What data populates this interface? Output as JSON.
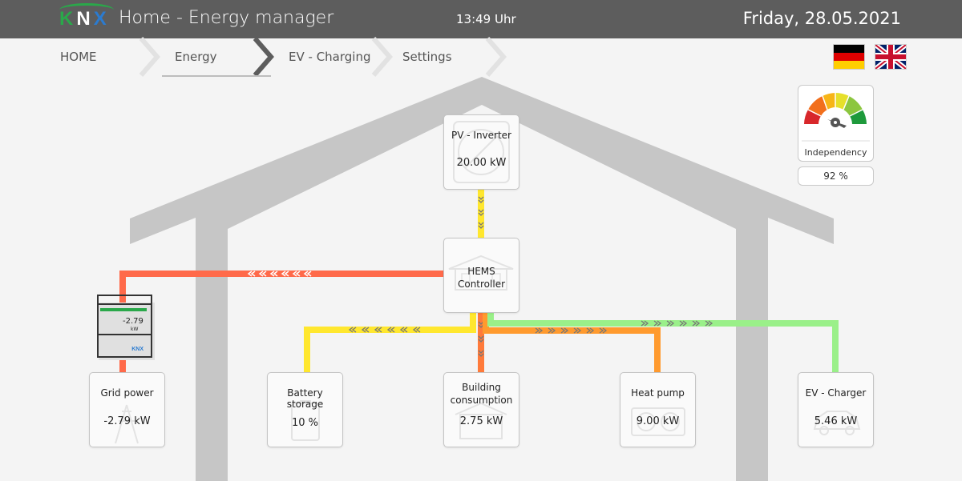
{
  "header": {
    "logo": {
      "k": "K",
      "n": "N",
      "x": "X"
    },
    "title": "Home - Energy manager",
    "time": "13:49 Uhr",
    "date": "Friday, 28.05.2021"
  },
  "nav": {
    "items": [
      {
        "label": "HOME"
      },
      {
        "label": "Energy"
      },
      {
        "label": "EV - Charging"
      },
      {
        "label": "Settings"
      }
    ]
  },
  "independency": {
    "label": "Independency",
    "value": "92 %",
    "fraction": 0.92
  },
  "meter": {
    "value": "-2.79",
    "unit": "kW"
  },
  "nodes": {
    "pv": {
      "label": "PV - Inverter",
      "value": "20.00 kW"
    },
    "hems": {
      "label1": "HEMS",
      "label2": "Controller"
    },
    "grid": {
      "label": "Grid power",
      "value": "-2.79 kW"
    },
    "battery": {
      "label": "Battery storage",
      "value": "10 %"
    },
    "building": {
      "label1": "Building",
      "label2": "consumption",
      "value": "2.75 kW"
    },
    "heatpump": {
      "label": "Heat pump",
      "value": "9.00 kW"
    },
    "ev": {
      "label": "EV - Charger",
      "value": "5.46 kW"
    }
  },
  "colors": {
    "red": "#ff6a4a",
    "yellow": "#ffe72e",
    "orange": "#ff9a2e",
    "green": "#9af089",
    "house": "#c4c4c4"
  }
}
